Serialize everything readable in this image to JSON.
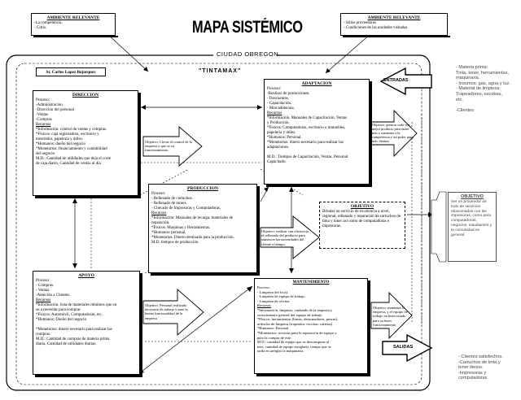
{
  "title": "MAPA SISTÉMICO",
  "city": "CIUDAD OBREGON",
  "company": "\"TINTAMAX\"",
  "owner": "Sr. Carlos Lopez Bojorquez",
  "ambiente_left": {
    "header": "AMBIENTE RELEVANTE",
    "lines": [
      "-La competencia.",
      "- Citris."
    ]
  },
  "ambiente_right": {
    "header": "AMBIENTE RELEVANTE",
    "lines": [
      "-      Sitios proveedores",
      "-      Condiciones de las unidades visitadas"
    ]
  },
  "direccion": {
    "header": "DIRECCION",
    "lines": [
      "Proceso:",
      "-Administracion",
      "-Direccion del personal",
      "-Ventas",
      "-Compras",
      "Recursos",
      "*Información: control de ventas y compras.",
      "*Físicos: caja registradora, escritorio y",
      "mostrador, papelería y útiles.",
      "*Humanos: dueño del negocio",
      "*Monetarios: financiamiento y contabilidad",
      "del negocio",
      "M.D.: Cantidad de utilidades que deja el corte",
      "de caja diario, Cantidad de ventas al día."
    ]
  },
  "adaptacion": {
    "header": "ADAPTACION",
    "lines": [
      "Proceso:",
      "-Realizar de promociones.",
      "- Descuentos.",
      "- Capacitación.",
      "- Mercadotecnia.",
      "Recursos",
      "*Información, Manuales de Capacitación, Ventas",
      "y Producción.",
      "*Físicos: Computadoras, escritorio e inmuebles,",
      "papelería y útiles.",
      "*Humanos: Personal.",
      "*Monetarios: dinero necesario para realizar las",
      "adaptaciones.",
      "",
      "M.D.: Tiempos de Capacitación, Ventas, Personal",
      "Capacitado."
    ]
  },
  "produccion": {
    "header": "PRODUCCION",
    "lines": [
      "Proceso:",
      "- Rellenado de cartuchos.",
      "- Rellenado de toners.",
      "- Checado de Impresoras y Computadoras.",
      "Recursos",
      "*Información: Manuales de recarga, materiales de",
      "reparación.",
      "*Físicos: Maquinas y Herramientas.",
      "*Humanos: personal.",
      "*Monetarios: Dinero destinado para la producción.",
      "M.D. tiempos de producción."
    ]
  },
  "apoyo": {
    "header": "APOYO",
    "lines": [
      "Proceso:",
      "- Compras.",
      "- Ventas.",
      "-Atención a Clientes.",
      "Recursos",
      "*Información: lista de materiales mínimos que en",
      "su a necesitar para comprar.",
      "*Físicos: Automóvil, Computadoras, etc.",
      "*Humanos: Dueño del negocio",
      "",
      "*Monetarios: dinero necesario para realizar las",
      "compras.",
      "M.D.: Cantidad de compras de materia prima",
      "diaria, Cantidad de utilidades diarias."
    ]
  },
  "mantenimiento": {
    "header": "MANTENIMIENTO",
    "lines": [
      "Proceso:",
      "- Limpieza del local.",
      "- Limpieza de equipo de trabajo",
      "- Limpieza de oficina",
      "Recursos",
      "*Información: limpieza, cuidando de la empresa y",
      "conocimiento general del equipo de trabajo",
      "*Físicos: herramientas (líneas, desarmadores, pinzas),",
      "artículos de limpieza (trapeador, escobas, cubetas)",
      "*Humanos: Personal.",
      "*Monetarios: recursos para la reparación de equipo y",
      "para la compra de este.",
      "M.D.: cantidad de equipo que se descompone al",
      "mes, cantidad de equipo arreglado, tiempo que se",
      "tarda en arreglar la maquinaria."
    ]
  },
  "objetivos": {
    "direccion": "Objetivo: Llevar el control de la empresa y que se su funcionamiento",
    "adaptacion": "Objetivo: generar cada vez mejor producto para atraer más y mantener a la competencia y así poder tener más clientes",
    "produccion": "Objetivo: realizar con eficiencia el rellenado del producto para satisfacer las necesidades del cliente a tiempo.",
    "apoyo": "Objetivo: Personal realizado necesario de trabajo y para la buena funcionalidad de la empresa",
    "mantenimiento": "Objetivo: mantener la empresa, y el equipo de trabajo en buen estado para su buen funcionamiento"
  },
  "objetivo_center": {
    "header": "OBJETIVO",
    "text": "Brindar un servicio de excelencia a nivel, regional, rellenado y reparación de cartuchos de tinta y toner así como de computadoras e impresoras."
  },
  "objetivo_right": {
    "header": "OBJETIVO",
    "text": "Ser un proveedor de todo de servicios relacionados con las impresoras, como para computadoras, negocios, estudiantes y la comunidad en general."
  },
  "entradas": {
    "label": "ENTRADAS",
    "lines": [
      "- Materia prima:",
      "Tinta, toner, herramientas,",
      "maquinaria.",
      "- Insumos: gas, agua y luz.",
      "- Material de limpieza:",
      "Trapeadores, escobas,",
      "etc.",
      "",
      "-Clientes"
    ]
  },
  "salidas": {
    "label": "SALIDAS",
    "lines": [
      "- Clientes satisfechos.",
      "-Cartuchos de tinta y",
      "toner llenos.",
      "-Impresoras y",
      "computadoras"
    ]
  }
}
